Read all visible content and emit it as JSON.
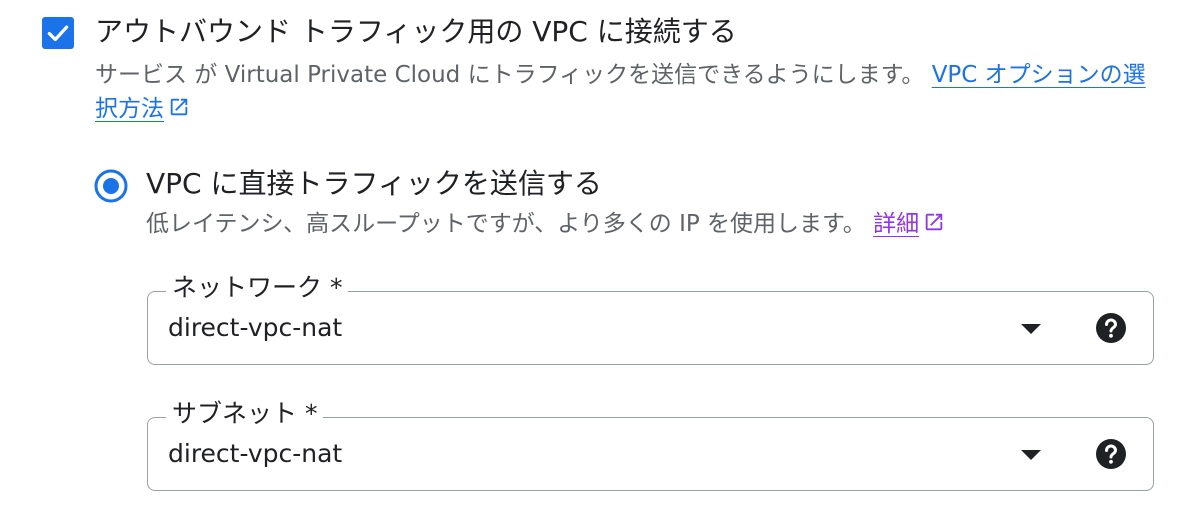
{
  "vpc_checkbox": {
    "checked": true,
    "label": "アウトバウンド トラフィック用の VPC に接続する",
    "description": "サービス が Virtual Private Cloud にトラフィックを送信できるようにします。",
    "link_label": "VPC オプションの選択方法"
  },
  "direct_vpc_radio": {
    "selected": true,
    "label": "VPC に直接トラフィックを送信する",
    "description": "低レイテンシ、高スループットですが、より多くの IP を使用します。",
    "link_label": "詳細"
  },
  "network_field": {
    "label": "ネットワーク *",
    "value": "direct-vpc-nat"
  },
  "subnet_field": {
    "label": "サブネット *",
    "value": "direct-vpc-nat"
  },
  "icons": {
    "checkbox": "check-icon",
    "external_link": "open-in-new-icon",
    "dropdown": "arrow-drop-down-icon",
    "help": "help-icon"
  },
  "colors": {
    "primary_blue": "#1a73e8",
    "visited_link": "#9334e6",
    "text_primary": "#202124",
    "text_secondary": "#5f6368",
    "outline": "#9aa0a6"
  }
}
